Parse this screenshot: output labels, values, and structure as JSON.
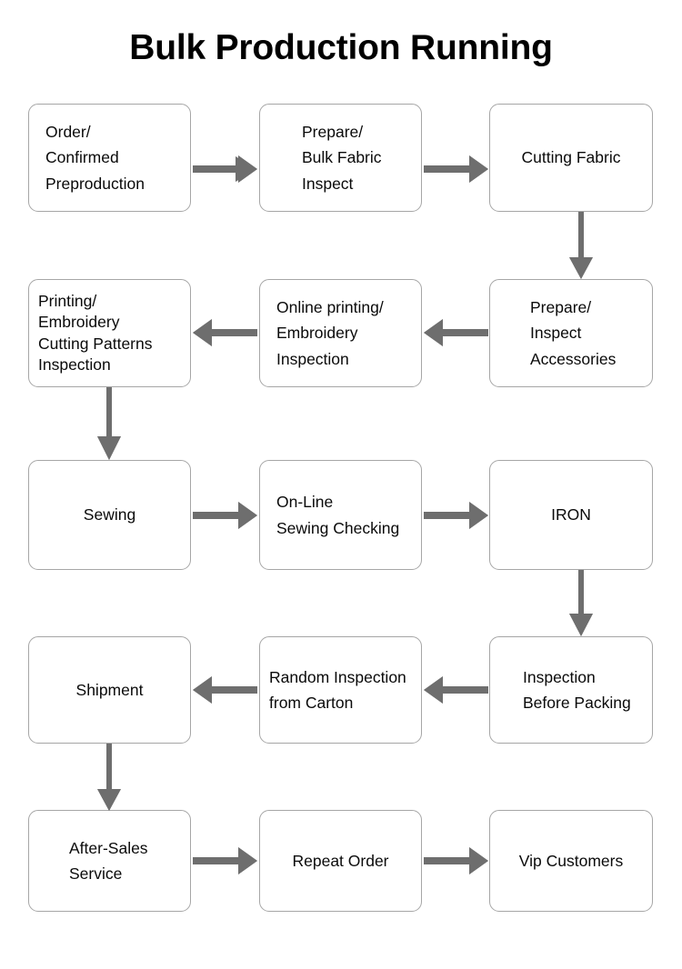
{
  "title": "Bulk Production Running",
  "theme": {
    "background": "#ffffff",
    "node_fill": "#ffffff",
    "node_border": "#a6a6a6",
    "text": "#0a0a0a",
    "arrow": "#6e6e6e",
    "title_color": "#000000"
  },
  "diagram": {
    "type": "flowchart",
    "flow_direction": "serpentine",
    "nodes": [
      {
        "id": "n1",
        "lines": [
          "Order/",
          "Confirmed",
          "Preproduction"
        ]
      },
      {
        "id": "n2",
        "lines": [
          "Prepare/",
          "Bulk Fabric",
          "Inspect"
        ]
      },
      {
        "id": "n3",
        "lines": [
          "Cutting Fabric"
        ]
      },
      {
        "id": "n4",
        "lines": [
          "Prepare/",
          "Inspect",
          "Accessories"
        ]
      },
      {
        "id": "n5",
        "lines": [
          "Online printing/",
          "Embroidery",
          "Inspection"
        ]
      },
      {
        "id": "n6",
        "lines": [
          "Printing/",
          "Embroidery",
          "Cutting Patterns",
          "Inspection"
        ]
      },
      {
        "id": "n7",
        "lines": [
          "Sewing"
        ]
      },
      {
        "id": "n8",
        "lines": [
          "On-Line",
          "Sewing Checking"
        ]
      },
      {
        "id": "n9",
        "lines": [
          "IRON"
        ]
      },
      {
        "id": "n10",
        "lines": [
          "Inspection",
          "Before Packing"
        ]
      },
      {
        "id": "n11",
        "lines": [
          "Random Inspection",
          "from Carton"
        ]
      },
      {
        "id": "n12",
        "lines": [
          "Shipment"
        ]
      },
      {
        "id": "n13",
        "lines": [
          "After-Sales",
          "Service"
        ]
      },
      {
        "id": "n14",
        "lines": [
          "Repeat Order"
        ]
      },
      {
        "id": "n15",
        "lines": [
          "Vip Customers"
        ]
      }
    ],
    "edges": [
      {
        "from": "n1",
        "to": "n2",
        "direction": "right"
      },
      {
        "from": "n2",
        "to": "n3",
        "direction": "right"
      },
      {
        "from": "n3",
        "to": "n4",
        "direction": "down"
      },
      {
        "from": "n4",
        "to": "n5",
        "direction": "left"
      },
      {
        "from": "n5",
        "to": "n6",
        "direction": "left"
      },
      {
        "from": "n6",
        "to": "n7",
        "direction": "down"
      },
      {
        "from": "n7",
        "to": "n8",
        "direction": "right"
      },
      {
        "from": "n8",
        "to": "n9",
        "direction": "right"
      },
      {
        "from": "n9",
        "to": "n10",
        "direction": "down"
      },
      {
        "from": "n10",
        "to": "n11",
        "direction": "left"
      },
      {
        "from": "n11",
        "to": "n12",
        "direction": "left"
      },
      {
        "from": "n12",
        "to": "n13",
        "direction": "down"
      },
      {
        "from": "n13",
        "to": "n14",
        "direction": "right"
      },
      {
        "from": "n14",
        "to": "n15",
        "direction": "right"
      }
    ]
  }
}
